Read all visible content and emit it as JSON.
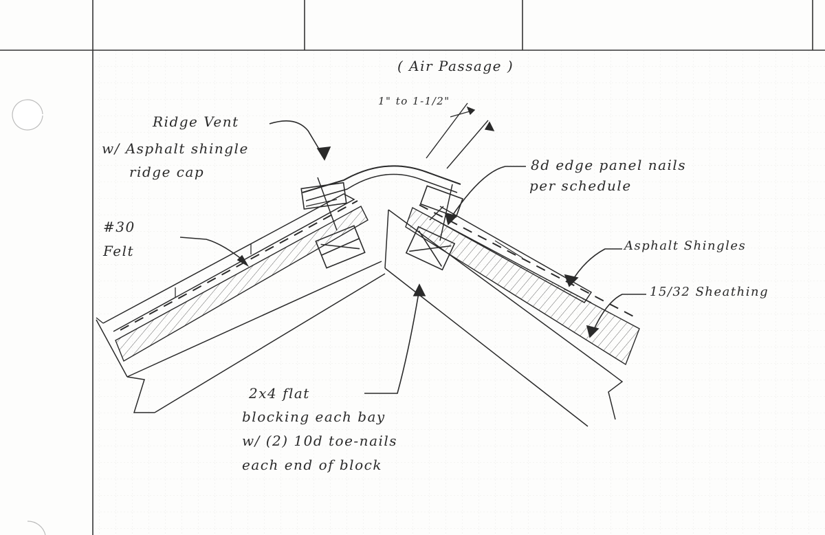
{
  "diagram": {
    "labels": {
      "air_passage": "( Air Passage )",
      "gap_dimension": "1\" to 1-1/2\"",
      "ridge_vent_line1": "Ridge Vent",
      "ridge_vent_line2": "w/ Asphalt shingle",
      "ridge_vent_line3": "ridge cap",
      "edge_nails_line1": "8d edge panel nails",
      "edge_nails_line2": "per schedule",
      "felt_line1": "#30",
      "felt_line2": "Felt",
      "asphalt_shingles": "Asphalt Shingles",
      "sheathing": "15/32 Sheathing",
      "blocking_line1": "2x4 flat",
      "blocking_line2": "blocking each bay",
      "blocking_line3": "w/ (2) 10d toe-nails",
      "blocking_line4": "each end of block"
    },
    "colors": {
      "ink": "#2a2a2a",
      "paper": "#fdfdfc",
      "grid": "#d9d9d9",
      "border": "#333333"
    }
  }
}
